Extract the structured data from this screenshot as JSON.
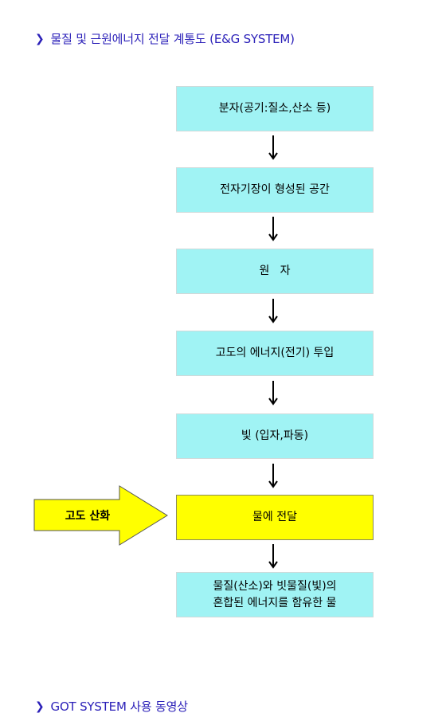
{
  "headings": {
    "title": "물질 및 근원에너지 전달 계통도 (E&G SYSTEM)",
    "video": "GOT SYSTEM 사용 동영상",
    "bullet": "›"
  },
  "flow": {
    "steps": [
      "분자(공기:질소,산소 등)",
      "전자기장이 형성된 공간",
      "원   자",
      "고도의 에너지(전기) 투입",
      "빛 (입자,파동)",
      "물에 전달"
    ],
    "final": {
      "line1": "물질(산소)와 빗물질(빛)의",
      "line2": "혼합된 에너지를 함유한 물"
    },
    "input_label": "고도 산화"
  },
  "colors": {
    "heading": "#2a1fb8",
    "box_fill": "#a0f3f4",
    "highlight_fill": "#ffff00"
  }
}
